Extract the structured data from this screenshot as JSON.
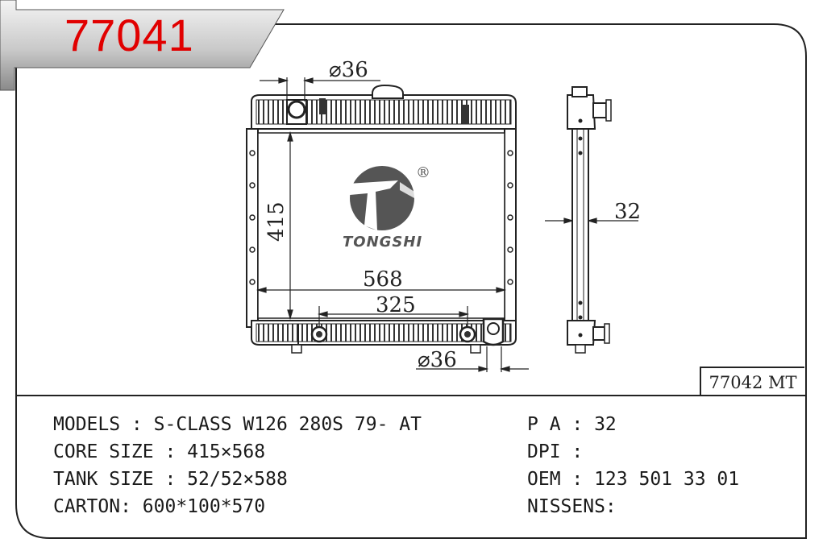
{
  "header": {
    "part_number": "77041"
  },
  "variant": {
    "label": "77042 MT"
  },
  "drawing": {
    "brand": "TONGSHI",
    "registered_mark": "®",
    "dimensions": {
      "inlet_diameter": "⌀36",
      "outlet_diameter": "⌀36",
      "core_height": "415",
      "core_width": "568",
      "inner_span": "325",
      "core_thickness": "32"
    }
  },
  "specs": {
    "models": "MODELS : S-CLASS W126 280S 79- AT",
    "core_size": "CORE SIZE : 415×568",
    "tank_size": "TANK SIZE : 52/52×588",
    "carton": "CARTON: 600*100*570",
    "pa": "P A : 32",
    "dpi": "DPI :",
    "oem": "OEM : 123 501 33 01",
    "nissens": "NISSENS:"
  }
}
